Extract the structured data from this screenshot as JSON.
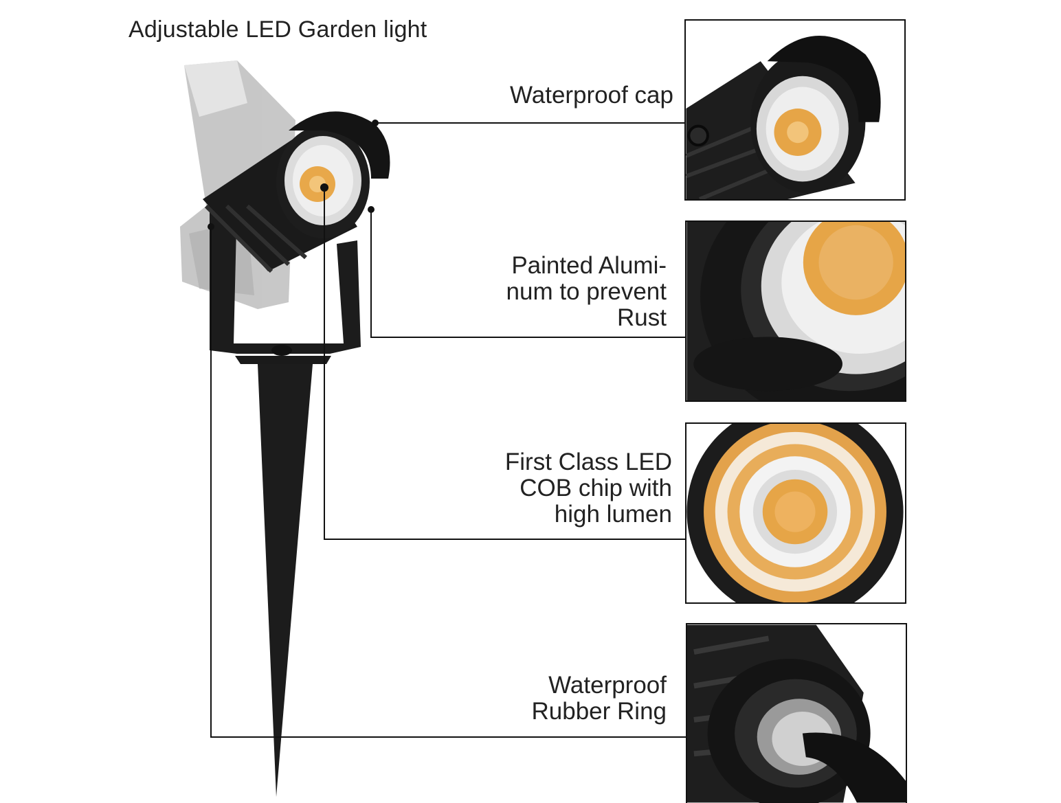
{
  "title": "Adjustable LED Garden light",
  "callouts": [
    {
      "lines": [
        "Waterproof cap"
      ]
    },
    {
      "lines": [
        "Painted Alumi-",
        "num to prevent",
        "Rust"
      ]
    },
    {
      "lines": [
        "First Class LED",
        "COB chip with",
        "high lumen"
      ]
    },
    {
      "lines": [
        "Waterproof",
        "Rubber Ring"
      ]
    }
  ],
  "colors": {
    "body": "#1c1c1c",
    "led_warm": "#e8a84a",
    "ghost": "#b4b4b4",
    "line": "#111111"
  },
  "images": [
    {
      "icon": "waterproof-cap-closeup-image"
    },
    {
      "icon": "painted-aluminum-closeup-image"
    },
    {
      "icon": "led-cob-chip-closeup-image"
    },
    {
      "icon": "rubber-ring-closeup-image"
    }
  ]
}
